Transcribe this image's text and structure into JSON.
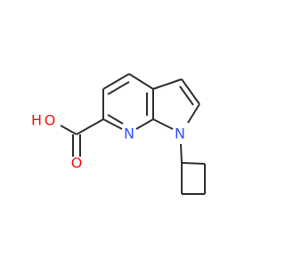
{
  "structure": {
    "colors": {
      "bond": "#303030",
      "oxygen": "#ff0d0d",
      "nitrogen": "#3050f8"
    },
    "atoms": {
      "hydroxyl_o": "O",
      "hydroxyl_h": "H",
      "carbonyl_o": "O",
      "pyridine_n": "N",
      "pyrrole_n": "N"
    }
  }
}
